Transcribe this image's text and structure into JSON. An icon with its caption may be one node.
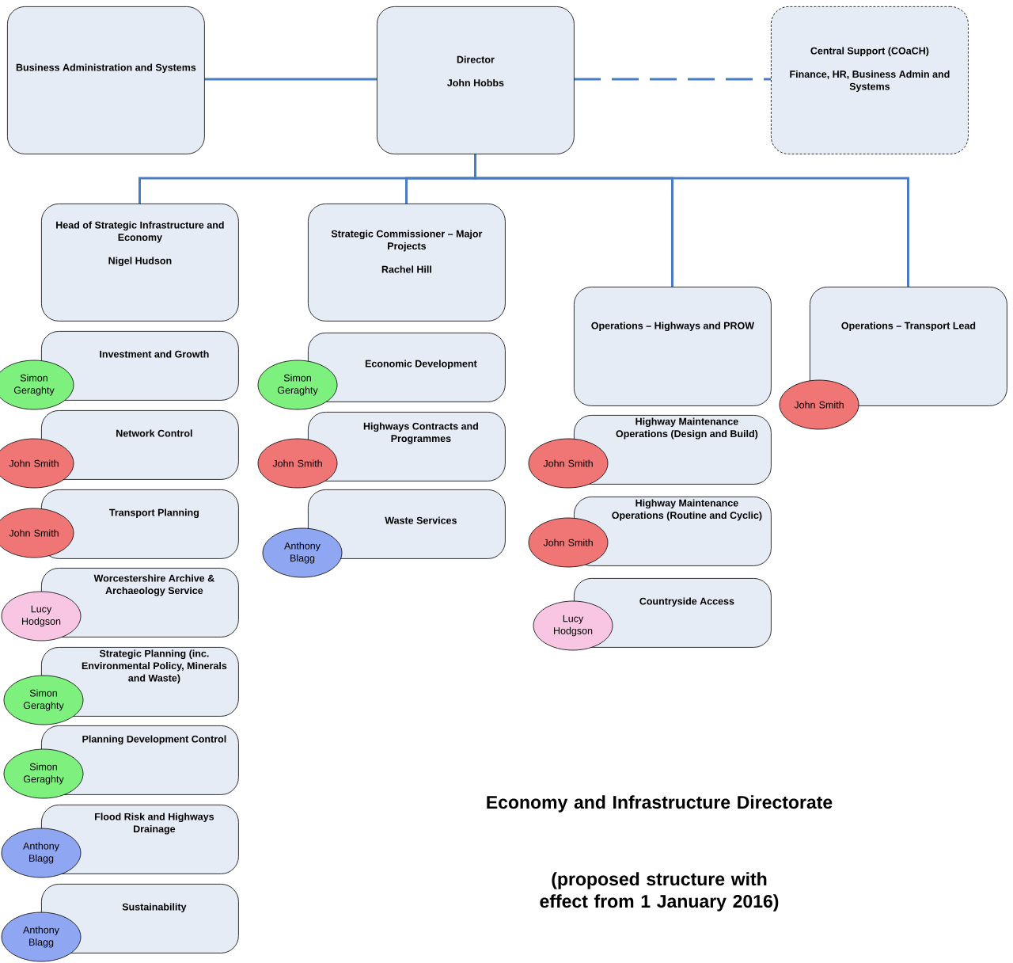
{
  "diagram": {
    "title": "Economy and Infrastructure Directorate",
    "caption": "(proposed structure with effect from 1 January 2016)",
    "nodes": [
      {
        "text": [
          "Business Administration and Systems"
        ]
      },
      {
        "text": [
          "Director",
          "John Hobbs"
        ]
      },
      {
        "text": [
          "Central Support (COaCH)",
          "Finance, HR, Business Admin and Systems"
        ]
      },
      {
        "text": [
          "Head of Strategic Infrastructure and Economy",
          "Nigel Hudson"
        ]
      },
      {
        "text": [
          "Strategic Commissioner – Major Projects",
          "Rachel Hill"
        ]
      },
      {
        "text": [
          "Operations – Highways and PROW"
        ]
      },
      {
        "text": [
          "Operations – Transport Lead"
        ]
      },
      {
        "text": [
          "Investment and Growth"
        ]
      },
      {
        "text": [
          "Simon Geraghty"
        ]
      },
      {
        "text": [
          "Network Control"
        ]
      },
      {
        "text": [
          "John Smith"
        ]
      },
      {
        "text": [
          "Transport Planning"
        ]
      },
      {
        "text": [
          "John Smith"
        ]
      },
      {
        "text": [
          "Worcestershire Archive & Archaeology Service"
        ]
      },
      {
        "text": [
          "Lucy Hodgson"
        ]
      },
      {
        "text": [
          "Strategic Planning (inc. Environmental Policy, Minerals and Waste)"
        ]
      },
      {
        "text": [
          "Simon Geraghty"
        ]
      },
      {
        "text": [
          "Planning Development Control"
        ]
      },
      {
        "text": [
          "Simon Geraghty"
        ]
      },
      {
        "text": [
          "Flood Risk and Highways Drainage"
        ]
      },
      {
        "text": [
          "Anthony Blagg"
        ]
      },
      {
        "text": [
          "Sustainability"
        ]
      },
      {
        "text": [
          "Anthony Blagg"
        ]
      },
      {
        "text": [
          "Economic Development"
        ]
      },
      {
        "text": [
          "Simon Geraghty"
        ]
      },
      {
        "text": [
          "Highways Contracts and Programmes"
        ]
      },
      {
        "text": [
          "John Smith"
        ]
      },
      {
        "text": [
          "Waste Services"
        ]
      },
      {
        "text": [
          "Anthony Blagg"
        ]
      },
      {
        "text": [
          "Highway Maintenance Operations (Design and Build)"
        ]
      },
      {
        "text": [
          "John Smith"
        ]
      },
      {
        "text": [
          "Highway Maintenance Operations (Routine and Cyclic)"
        ]
      },
      {
        "text": [
          "John Smith"
        ]
      },
      {
        "text": [
          "Countryside Access"
        ]
      },
      {
        "text": [
          "Lucy Hodgson"
        ]
      },
      {
        "text": [
          "John Smith"
        ]
      }
    ],
    "edges": [
      {
        "from": 0,
        "to": 1,
        "arrow": "none"
      },
      {
        "from": 1,
        "to": 2,
        "arrow": "none",
        "style": "dashed"
      },
      {
        "from": 1,
        "to": 3,
        "arrow": "none"
      },
      {
        "from": 1,
        "to": 4,
        "arrow": "none"
      },
      {
        "from": 1,
        "to": 5,
        "arrow": "none"
      },
      {
        "from": 1,
        "to": 6,
        "arrow": "none"
      }
    ]
  }
}
